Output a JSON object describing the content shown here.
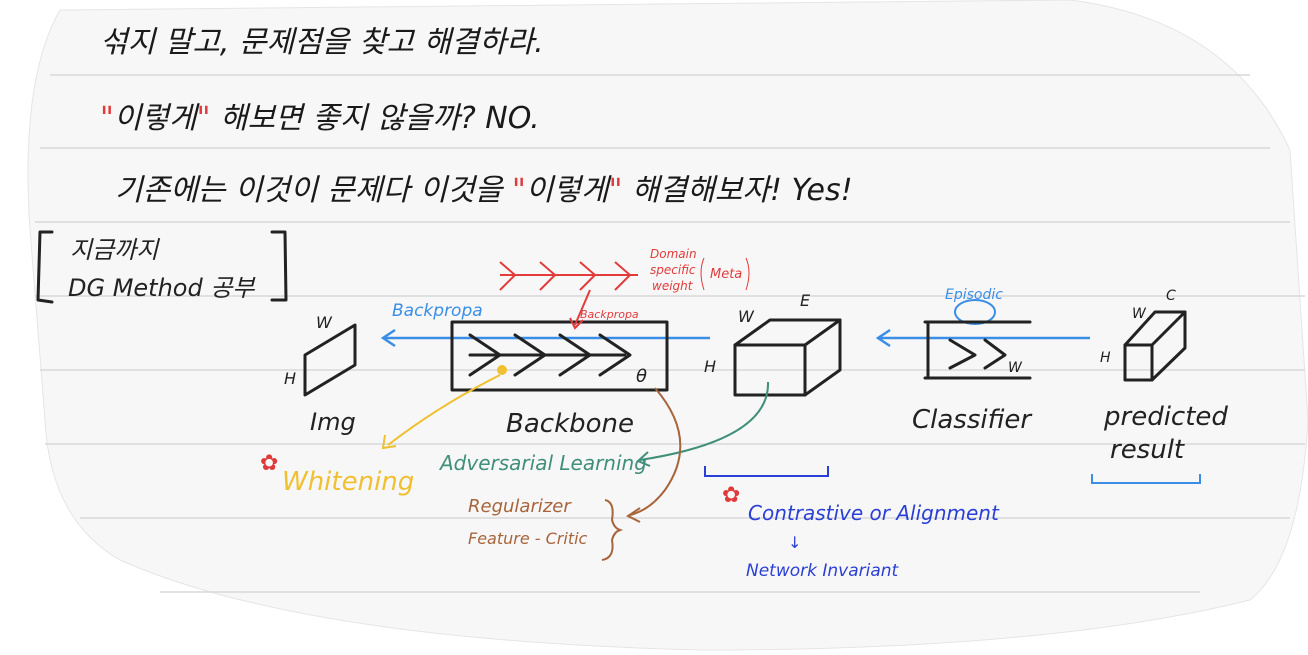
{
  "notes": {
    "line1": "섞지 말고, 문제점을 찾고 해결하라.",
    "line2_prefix": "이렇게",
    "line2_rest": " 해보면 좋지 않을까? NO.",
    "line3_a": "기존에는 이것이 문제다 이것을 ",
    "line3_quote": "이렇게",
    "line3_b": " 해결해보자! Yes!",
    "bracket_line1": "지금까지",
    "bracket_line2": "DG Method 공부"
  },
  "diagram": {
    "img": {
      "label": "Img",
      "w": "W",
      "h": "H"
    },
    "backbone": {
      "label": "Backbone",
      "theta": "θ"
    },
    "feature": {
      "w": "W",
      "e": "E",
      "h": "H"
    },
    "classifier": {
      "label": "Classifier",
      "sub": "W"
    },
    "result": {
      "label1": "predicted",
      "label2": "result",
      "w": "W",
      "c": "C",
      "h": "H"
    },
    "backpropa_blue": "Backpropa",
    "backpropa_red": "Backpropa",
    "episodic": "Episodic",
    "domain_weight": [
      "Domain",
      "specific",
      "weight"
    ],
    "meta": "Meta",
    "whitening": "Whitening",
    "adversarial": "Adversarial Learning",
    "regularizer": "Regularizer",
    "feature_critic": "Feature - Critic",
    "contrastive": "Contrastive or Alignment",
    "down_arrow": "↓",
    "network_invariant": "Network Invariant"
  },
  "colors": {
    "ink": "#222222",
    "red": "#e23b3b",
    "blue": "#3a8ee6",
    "yellow": "#f0c030",
    "teal": "#3f8f7a",
    "brown": "#a8643a",
    "navy": "#2a3fd6",
    "flower": "#e03a3a"
  }
}
